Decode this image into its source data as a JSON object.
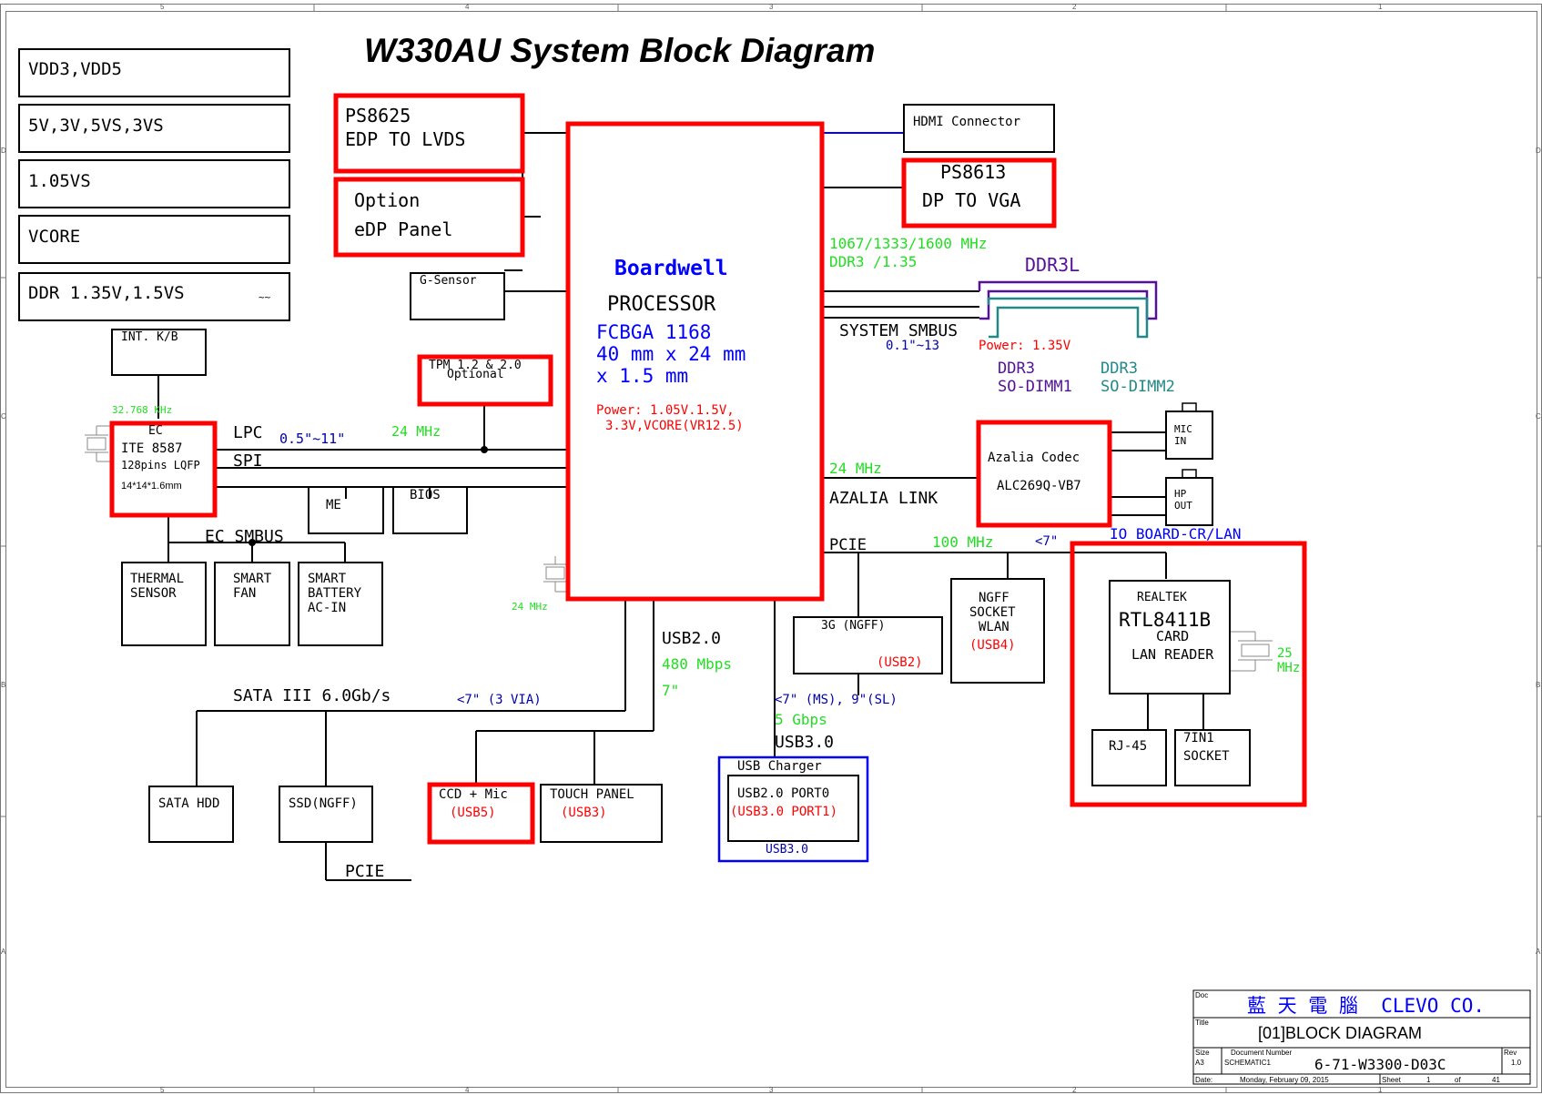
{
  "title": "W330AU System Block Diagram",
  "colors": {
    "red": "#ff0000",
    "blue": "#0000ff",
    "navy": "#0000aa",
    "green": "#22dd22",
    "purple": "#551199",
    "teal": "#228888",
    "black": "#000000"
  },
  "border_columns": [
    "5",
    "4",
    "3",
    "2",
    "1"
  ],
  "border_rows": [
    "D",
    "C",
    "B",
    "A"
  ],
  "power_rails": [
    "VDD3,VDD5",
    "5V,3V,5VS,3VS",
    "1.05VS",
    "VCORE",
    "DDR 1.35V,1.5VS"
  ],
  "power_rail_note": "~~",
  "ps8625": {
    "line1": "PS8625",
    "line2": "EDP TO LVDS"
  },
  "edp_option": {
    "line1": "Option",
    "line2": "eDP Panel"
  },
  "g_sensor": "G-Sensor",
  "tpm": {
    "line1": "TPM 1.2 & 2.0",
    "line2": "Optional"
  },
  "int_kb": "INT. K/B",
  "ec": {
    "clock": "32.768 KHz",
    "title": "EC",
    "chip": "ITE 8587",
    "package": "128pins LQFP",
    "size": "14*14*1.6mm"
  },
  "lpc": {
    "label": "LPC",
    "length": "0.5\"~11\"",
    "clock": "24 MHz"
  },
  "spi": "SPI",
  "me": "ME",
  "bios": "BIOS",
  "ec_smbus": "EC SMBUS",
  "thermal": {
    "line1": "THERMAL",
    "line2": "SENSOR"
  },
  "smart_fan": {
    "line1": "SMART",
    "line2": "FAN"
  },
  "smart_battery": {
    "line1": "SMART",
    "line2": "BATTERY",
    "line3": "AC-IN"
  },
  "processor": {
    "name": "Boardwell",
    "type": "PROCESSOR",
    "package": "FCBGA 1168",
    "dims1": "40 mm x 24 mm",
    "dims2": "x 1.5 mm",
    "power1": "Power: 1.05V.1.5V,",
    "power2": "3.3V,VCORE(VR12.5)",
    "clock": "24 MHz"
  },
  "hdmi": "HDMI Connector",
  "ps8613": {
    "line1": "PS8613",
    "line2": "DP TO VGA"
  },
  "ddr": {
    "speed": "1067/1333/1600 MHz",
    "voltage": "DDR3 /1.35",
    "slot_label": "DDR3L",
    "smbus": "SYSTEM SMBUS",
    "smbus_len": "0.1\"~13",
    "power": "Power: 1.35V",
    "dimm1_a": "DDR3",
    "dimm1_b": "SO-DIMM1",
    "dimm2_a": "DDR3",
    "dimm2_b": "SO-DIMM2"
  },
  "azalia": {
    "clock": "24 MHz",
    "link": "AZALIA LINK",
    "codec_line1": "Azalia Codec",
    "codec_line2": "ALC269Q-VB7"
  },
  "mic_in": {
    "line1": "MIC",
    "line2": "IN"
  },
  "hp_out": {
    "line1": "HP",
    "line2": "OUT"
  },
  "pcie": {
    "label": "PCIE",
    "clock": "100 MHz",
    "len": "<7\""
  },
  "io_board": "IO BOARD-CR/LAN",
  "ngff_3g": {
    "line1": "3G (NGFF)",
    "line2": "(USB2)"
  },
  "ngff_wlan": {
    "line1": "NGFF",
    "line2": "SOCKET",
    "line3": "WLAN",
    "line4": "(USB4)"
  },
  "realtek": {
    "vendor": "REALTEK",
    "chip": "RTL8411B",
    "line3": "CARD",
    "line4": "LAN READER",
    "clock1": "25",
    "clock2": "MHz"
  },
  "rj45": "RJ-45",
  "socket_7in1": {
    "line1": "7IN1",
    "line2": "SOCKET"
  },
  "usb2": {
    "label": "USB2.0",
    "speed": "480 Mbps",
    "len": "7\""
  },
  "usb3": {
    "len": "<7\" (MS), 9\"(SL)",
    "speed": "5 Gbps",
    "label": "USB3.0"
  },
  "usb_charger": {
    "title": "USB Charger",
    "line1": "USB2.0 PORT0",
    "line2": "(USB3.0 PORT1)",
    "footer": "USB3.0"
  },
  "sata": {
    "label": "SATA III 6.0Gb/s",
    "len": "<7\" (3 VIA)"
  },
  "sata_hdd": "SATA HDD",
  "ssd": "SSD(NGFF)",
  "ssd_pcie": "PCIE",
  "ccd": {
    "line1": "CCD + Mic",
    "line2": "(USB5)"
  },
  "touch": {
    "line1": "TOUCH PANEL",
    "line2": "(USB3)"
  },
  "title_block": {
    "doc_label": "Doc",
    "company": "藍 天 電 腦  CLEVO CO.",
    "title_label": "Title",
    "sheet_title": "[01]BLOCK DIAGRAM",
    "size_label": "Size",
    "size": "A3",
    "docnum_label": "Document Number",
    "docnum_sub": "SCHEMATIC1",
    "docnum": "6-71-W3300-D03C",
    "rev_label": "Rev",
    "rev": "1.0",
    "date_label": "Date:",
    "date": "Monday, February 09, 2015",
    "sheet_label": "Sheet",
    "sheet_no": "1",
    "of_label": "of",
    "sheet_total": "41"
  }
}
